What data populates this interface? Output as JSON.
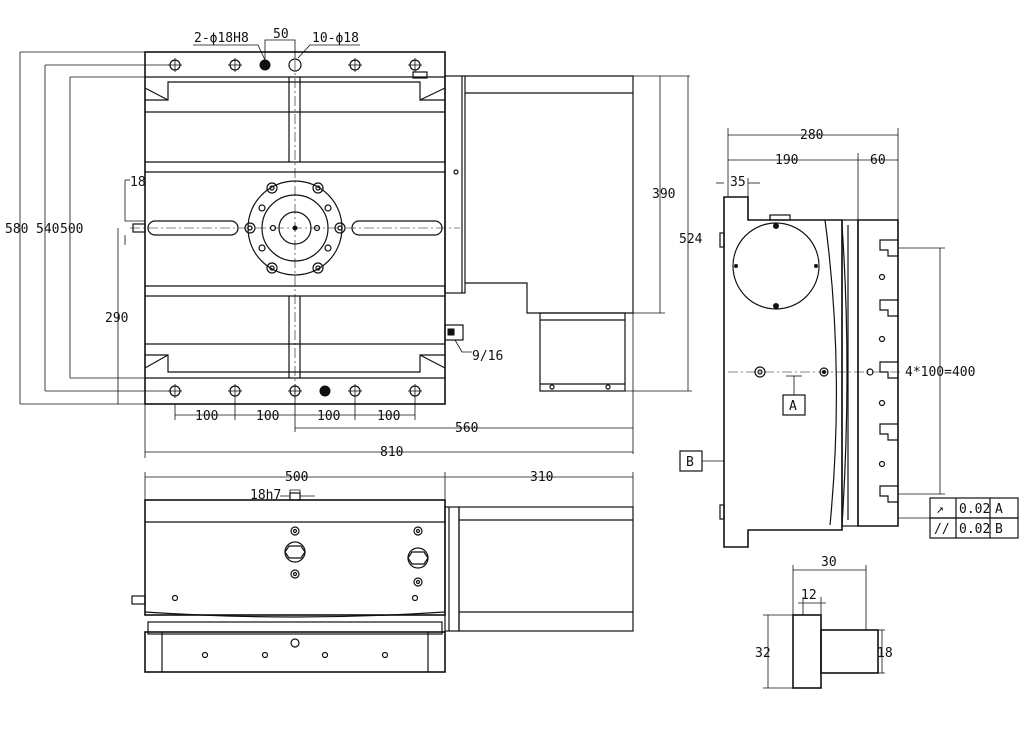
{
  "top_view": {
    "labels": {
      "holes_top": "2-ϕ18H8",
      "spacing_top": "50",
      "holes_10": "10-ϕ18",
      "dim_580": "580",
      "dim_540": "540",
      "dim_500": "500",
      "dim_18": "18",
      "dim_290": "290",
      "dim_390": "390",
      "dim_524": "524",
      "thread": "9/16",
      "pitch_1": "100",
      "pitch_2": "100",
      "pitch_3": "100",
      "pitch_4": "100",
      "dim_560": "560",
      "dim_810": "810"
    }
  },
  "front_view": {
    "labels": {
      "dim_500": "500",
      "dim_310": "310",
      "key": "18h7"
    }
  },
  "side_view": {
    "labels": {
      "dim_280": "280",
      "dim_190": "190",
      "dim_60": "60",
      "dim_35": "35",
      "slots": "4*100=400",
      "datum_a": "A",
      "datum_b": "B"
    },
    "tolerance": {
      "row1": {
        "symbol": "↗",
        "value": "0.02",
        "datum": "A"
      },
      "row2": {
        "symbol": "//",
        "value": "0.02",
        "datum": "B"
      }
    }
  },
  "key_detail": {
    "labels": {
      "dim_30": "30",
      "dim_12": "12",
      "dim_32": "32",
      "dim_18": "18"
    }
  }
}
